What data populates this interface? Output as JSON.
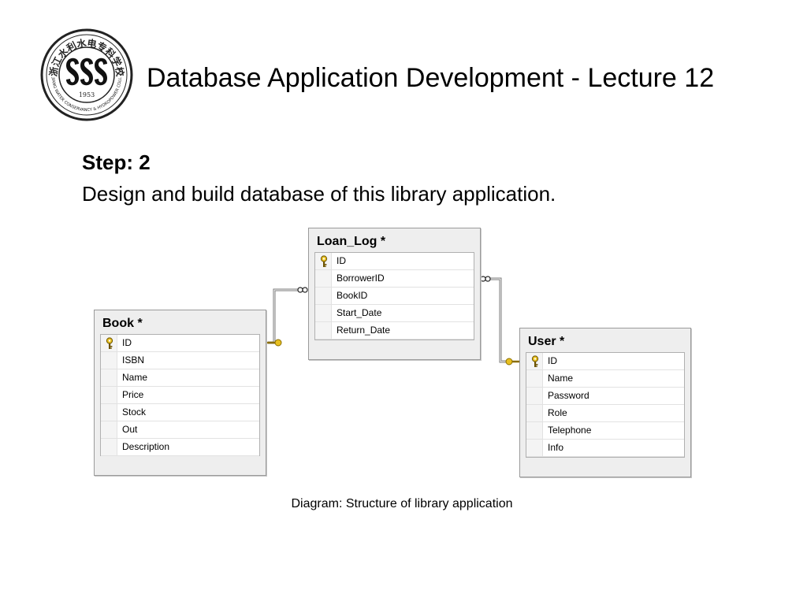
{
  "header": {
    "title": "Database Application Development - Lecture 12",
    "logo": {
      "year": "1953",
      "motto": "ZHEJIANG WATER CONSERVANCY & HYDROPOWER COLLEGE",
      "chinese_name": "浙江水利水电专科学校"
    }
  },
  "content": {
    "step_label": "Step: 2",
    "step_description": "Design and build database of this library application.",
    "caption": "Diagram: Structure of library application"
  },
  "diagram": {
    "tables": [
      {
        "id": "book",
        "title": "Book *",
        "columns": [
          {
            "name": "ID",
            "primary_key": true
          },
          {
            "name": "ISBN",
            "primary_key": false
          },
          {
            "name": "Name",
            "primary_key": false
          },
          {
            "name": "Price",
            "primary_key": false
          },
          {
            "name": "Stock",
            "primary_key": false
          },
          {
            "name": "Out",
            "primary_key": false
          },
          {
            "name": "Description",
            "primary_key": false
          }
        ]
      },
      {
        "id": "loan_log",
        "title": "Loan_Log *",
        "columns": [
          {
            "name": "ID",
            "primary_key": true
          },
          {
            "name": "BorrowerID",
            "primary_key": false
          },
          {
            "name": "BookID",
            "primary_key": false
          },
          {
            "name": "Start_Date",
            "primary_key": false
          },
          {
            "name": "Return_Date",
            "primary_key": false
          }
        ]
      },
      {
        "id": "user",
        "title": "User *",
        "columns": [
          {
            "name": "ID",
            "primary_key": true
          },
          {
            "name": "Name",
            "primary_key": false
          },
          {
            "name": "Password",
            "primary_key": false
          },
          {
            "name": "Role",
            "primary_key": false
          },
          {
            "name": "Telephone",
            "primary_key": false
          },
          {
            "name": "Info",
            "primary_key": false
          }
        ]
      }
    ],
    "relationships": [
      {
        "from": "book",
        "to": "loan_log",
        "one_end": "book",
        "many_end": "loan_log"
      },
      {
        "from": "user",
        "to": "loan_log",
        "one_end": "user",
        "many_end": "loan_log"
      }
    ],
    "colors": {
      "key_icon": "#e8c020",
      "connector": "#7a7a7a",
      "table_frame": "#eeeeee",
      "table_border": "#9a9a9a"
    },
    "icons": {
      "primary_key": "key-icon",
      "relationship_one": "key-icon",
      "relationship_many": "infinity-icon"
    }
  }
}
